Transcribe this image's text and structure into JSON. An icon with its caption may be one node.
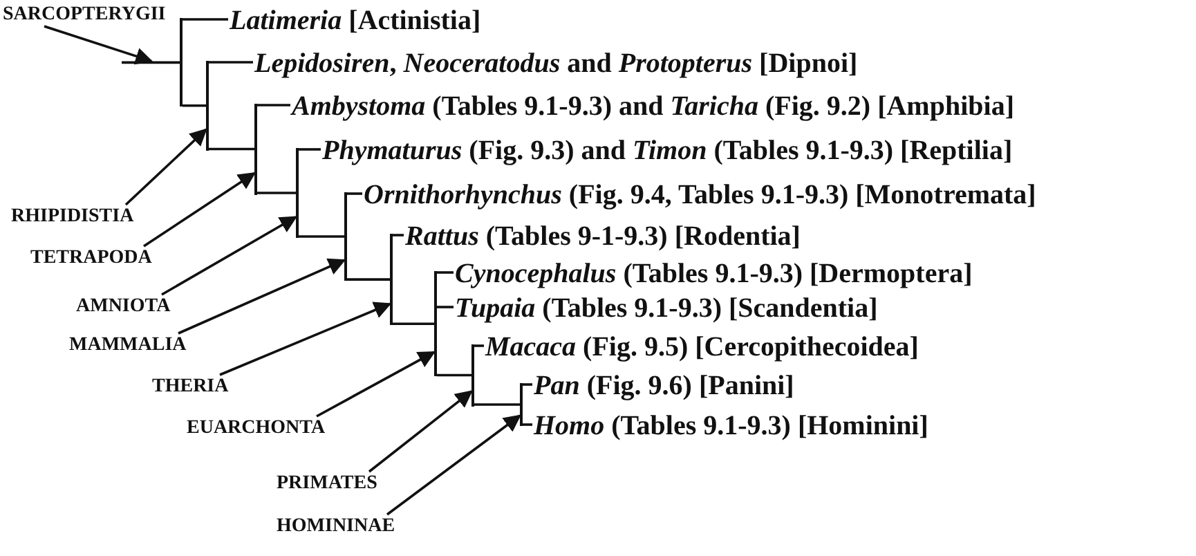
{
  "diagram": {
    "nodes": [
      {
        "text": [
          "SARCOPTERYGII"
        ]
      },
      {
        "text": [],
        "shape": "bar"
      },
      {
        "text": [
          "*Latimeria* [Actinistia]"
        ]
      },
      {
        "text": [],
        "shape": "bar"
      },
      {
        "text": [
          "*Lepidosiren*, *Neoceratodus* and *Protopterus* [Dipnoi]"
        ]
      },
      {
        "text": [],
        "shape": "bar"
      },
      {
        "text": [
          "*Ambystoma* (Tables 9.1-9.3) and *Taricha* (Fig. 9.2) [Amphibia]"
        ]
      },
      {
        "text": [],
        "shape": "bar"
      },
      {
        "text": [
          "*Phymaturus* (Fig. 9.3) and *Timon* (Tables 9.1-9.3) [Reptilia]"
        ]
      },
      {
        "text": [],
        "shape": "bar"
      },
      {
        "text": [
          "*Ornithorhynchus* (Fig. 9.4, Tables 9.1-9.3) [Monotremata]"
        ]
      },
      {
        "text": [],
        "shape": "bar"
      },
      {
        "text": [
          "*Rattus* (Tables 9-1-9.3) [Rodentia]"
        ]
      },
      {
        "text": [],
        "shape": "bar"
      },
      {
        "text": [
          "*Cynocephalus* (Tables 9.1-9.3) [Dermoptera]"
        ]
      },
      {
        "text": [
          "*Tupaia* (Tables 9.1-9.3) [Scandentia]"
        ]
      },
      {
        "text": [],
        "shape": "bar"
      },
      {
        "text": [
          "*Macaca* (Fig. 9.5) [Cercopithecoidea]"
        ]
      },
      {
        "text": [],
        "shape": "bar"
      },
      {
        "text": [
          "*Pan* (Fig. 9.6) [Panini]"
        ]
      },
      {
        "text": [
          "*Homo* (Tables 9.1-9.3) [Hominini]"
        ]
      },
      {
        "text": [
          "RHIPIDISTIA"
        ]
      },
      {
        "text": [
          "TETRAPODA"
        ]
      },
      {
        "text": [
          "AMNIOTA"
        ]
      },
      {
        "text": [
          "MAMMALIA"
        ]
      },
      {
        "text": [
          "THERIA"
        ]
      },
      {
        "text": [
          "EUARCHONTA"
        ]
      },
      {
        "text": [
          "PRIMATES"
        ]
      },
      {
        "text": [
          "HOMININAE"
        ]
      }
    ],
    "edges": [
      {
        "from": null,
        "to": 1,
        "arrow": "none"
      },
      {
        "from": 1,
        "to": 2,
        "arrow": "none"
      },
      {
        "from": 1,
        "to": 3,
        "arrow": "none"
      },
      {
        "from": 3,
        "to": 4,
        "arrow": "none"
      },
      {
        "from": 3,
        "to": 5,
        "arrow": "none"
      },
      {
        "from": 5,
        "to": 6,
        "arrow": "none"
      },
      {
        "from": 5,
        "to": 7,
        "arrow": "none"
      },
      {
        "from": 7,
        "to": 8,
        "arrow": "none"
      },
      {
        "from": 7,
        "to": 9,
        "arrow": "none"
      },
      {
        "from": 9,
        "to": 10,
        "arrow": "none"
      },
      {
        "from": 9,
        "to": 11,
        "arrow": "none"
      },
      {
        "from": 11,
        "to": 12,
        "arrow": "none"
      },
      {
        "from": 11,
        "to": 13,
        "arrow": "none"
      },
      {
        "from": 13,
        "to": 14,
        "arrow": "none"
      },
      {
        "from": 13,
        "to": 15,
        "arrow": "none"
      },
      {
        "from": 13,
        "to": 16,
        "arrow": "none"
      },
      {
        "from": 16,
        "to": 17,
        "arrow": "none"
      },
      {
        "from": 16,
        "to": 18,
        "arrow": "none"
      },
      {
        "from": 18,
        "to": 19,
        "arrow": "none"
      },
      {
        "from": 18,
        "to": 20,
        "arrow": "none"
      },
      {
        "from": 0,
        "to": 1,
        "arrow": "to"
      },
      {
        "from": 21,
        "to": 3,
        "arrow": "to"
      },
      {
        "from": 22,
        "to": 5,
        "arrow": "to"
      },
      {
        "from": 23,
        "to": 7,
        "arrow": "to"
      },
      {
        "from": 24,
        "to": 9,
        "arrow": "to"
      },
      {
        "from": 25,
        "to": 11,
        "arrow": "to"
      },
      {
        "from": 26,
        "to": 13,
        "arrow": "to"
      },
      {
        "from": 27,
        "to": 16,
        "arrow": "to"
      },
      {
        "from": 28,
        "to": 18,
        "arrow": "to"
      }
    ]
  }
}
